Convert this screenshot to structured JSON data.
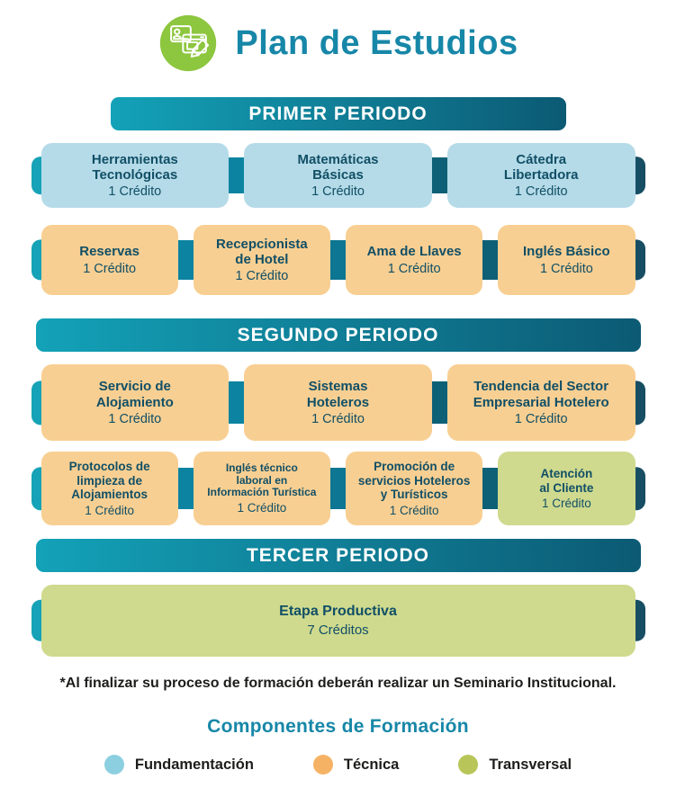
{
  "header": {
    "title": "Plan de Estudios",
    "icon": "enrollment-card-pencil-icon"
  },
  "periods": [
    {
      "title": "PRIMER PERIODO",
      "rows": [
        {
          "cards": [
            {
              "name": "Herramientas\nTecnológicas",
              "credits": "1 Crédito",
              "component": "fundamentacion"
            },
            {
              "name": "Matemáticas\nBásicas",
              "credits": "1 Crédito",
              "component": "fundamentacion"
            },
            {
              "name": "Cátedra\nLibertadora",
              "credits": "1 Crédito",
              "component": "fundamentacion"
            }
          ]
        },
        {
          "cards": [
            {
              "name": "Reservas",
              "credits": "1 Crédito",
              "component": "tecnica"
            },
            {
              "name": "Recepcionista\nde Hotel",
              "credits": "1 Crédito",
              "component": "tecnica"
            },
            {
              "name": "Ama de Llaves",
              "credits": "1 Crédito",
              "component": "tecnica"
            },
            {
              "name": "Inglés Básico",
              "credits": "1 Crédito",
              "component": "tecnica"
            }
          ]
        }
      ]
    },
    {
      "title": "SEGUNDO PERIODO",
      "rows": [
        {
          "cards": [
            {
              "name": "Servicio de\nAlojamiento",
              "credits": "1 Crédito",
              "component": "tecnica"
            },
            {
              "name": "Sistemas\nHoteleros",
              "credits": "1 Crédito",
              "component": "tecnica"
            },
            {
              "name": "Tendencia del Sector\nEmpresarial Hotelero",
              "credits": "1 Crédito",
              "component": "tecnica"
            }
          ]
        },
        {
          "cards": [
            {
              "name": "Protocolos de\nlimpieza de\nAlojamientos",
              "credits": "1 Crédito",
              "component": "tecnica"
            },
            {
              "name": "Inglés técnico\nlaboral en\nInformación Turística",
              "credits": "1 Crédito",
              "component": "tecnica"
            },
            {
              "name": "Promoción de\nservicios Hoteleros\ny Turísticos",
              "credits": "1 Crédito",
              "component": "tecnica"
            },
            {
              "name": "Atención\nal Cliente",
              "credits": "1 Crédito",
              "component": "transversal"
            }
          ]
        }
      ]
    },
    {
      "title": "TERCER PERIODO",
      "rows": [
        {
          "cards": [
            {
              "name": "Etapa Productiva",
              "credits": "7 Créditos",
              "component": "transversal"
            }
          ]
        }
      ]
    }
  ],
  "footnote": "*Al finalizar su proceso de formación deberán realizar un Seminario Institucional.",
  "legend": {
    "title": "Componentes de Formación",
    "items": [
      {
        "label": "Fundamentación",
        "color": "#8ccfe0"
      },
      {
        "label": "Técnica",
        "color": "#f6b264"
      },
      {
        "label": "Transversal",
        "color": "#b8c559"
      }
    ]
  },
  "colors": {
    "accent_teal": "#1787a8",
    "bar_gradient_start": "#13a2b8",
    "bar_gradient_end": "#0c5a74",
    "card_fundamentacion": "#b5dbe8",
    "card_tecnica": "#f8cf92",
    "card_transversal": "#cfda8e",
    "card_text": "#114f66",
    "icon_green": "#8dc63f",
    "connector_teal": "#0c84a1",
    "tab_left_teal": "#16a2b7",
    "tab_right_navy": "#174e63"
  }
}
